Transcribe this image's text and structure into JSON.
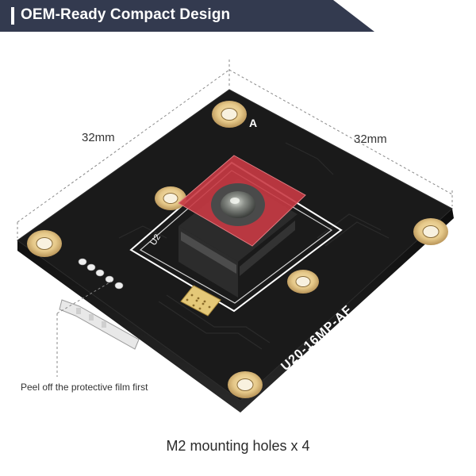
{
  "header": {
    "title": "OEM-Ready Compact Design",
    "bg_color": "#333a4f"
  },
  "dimensions": {
    "left": "32mm",
    "right": "32mm"
  },
  "board": {
    "model_label": "U20-16MP-AF",
    "corner_marker": "A",
    "silkscreen_ref": "U2",
    "pcb_color": "#1a1a1a",
    "pad_color": "#e6c98a"
  },
  "annotations": {
    "film_note": "Peel off the protective film first",
    "mounting_caption": "M2 mounting holes x 4"
  }
}
